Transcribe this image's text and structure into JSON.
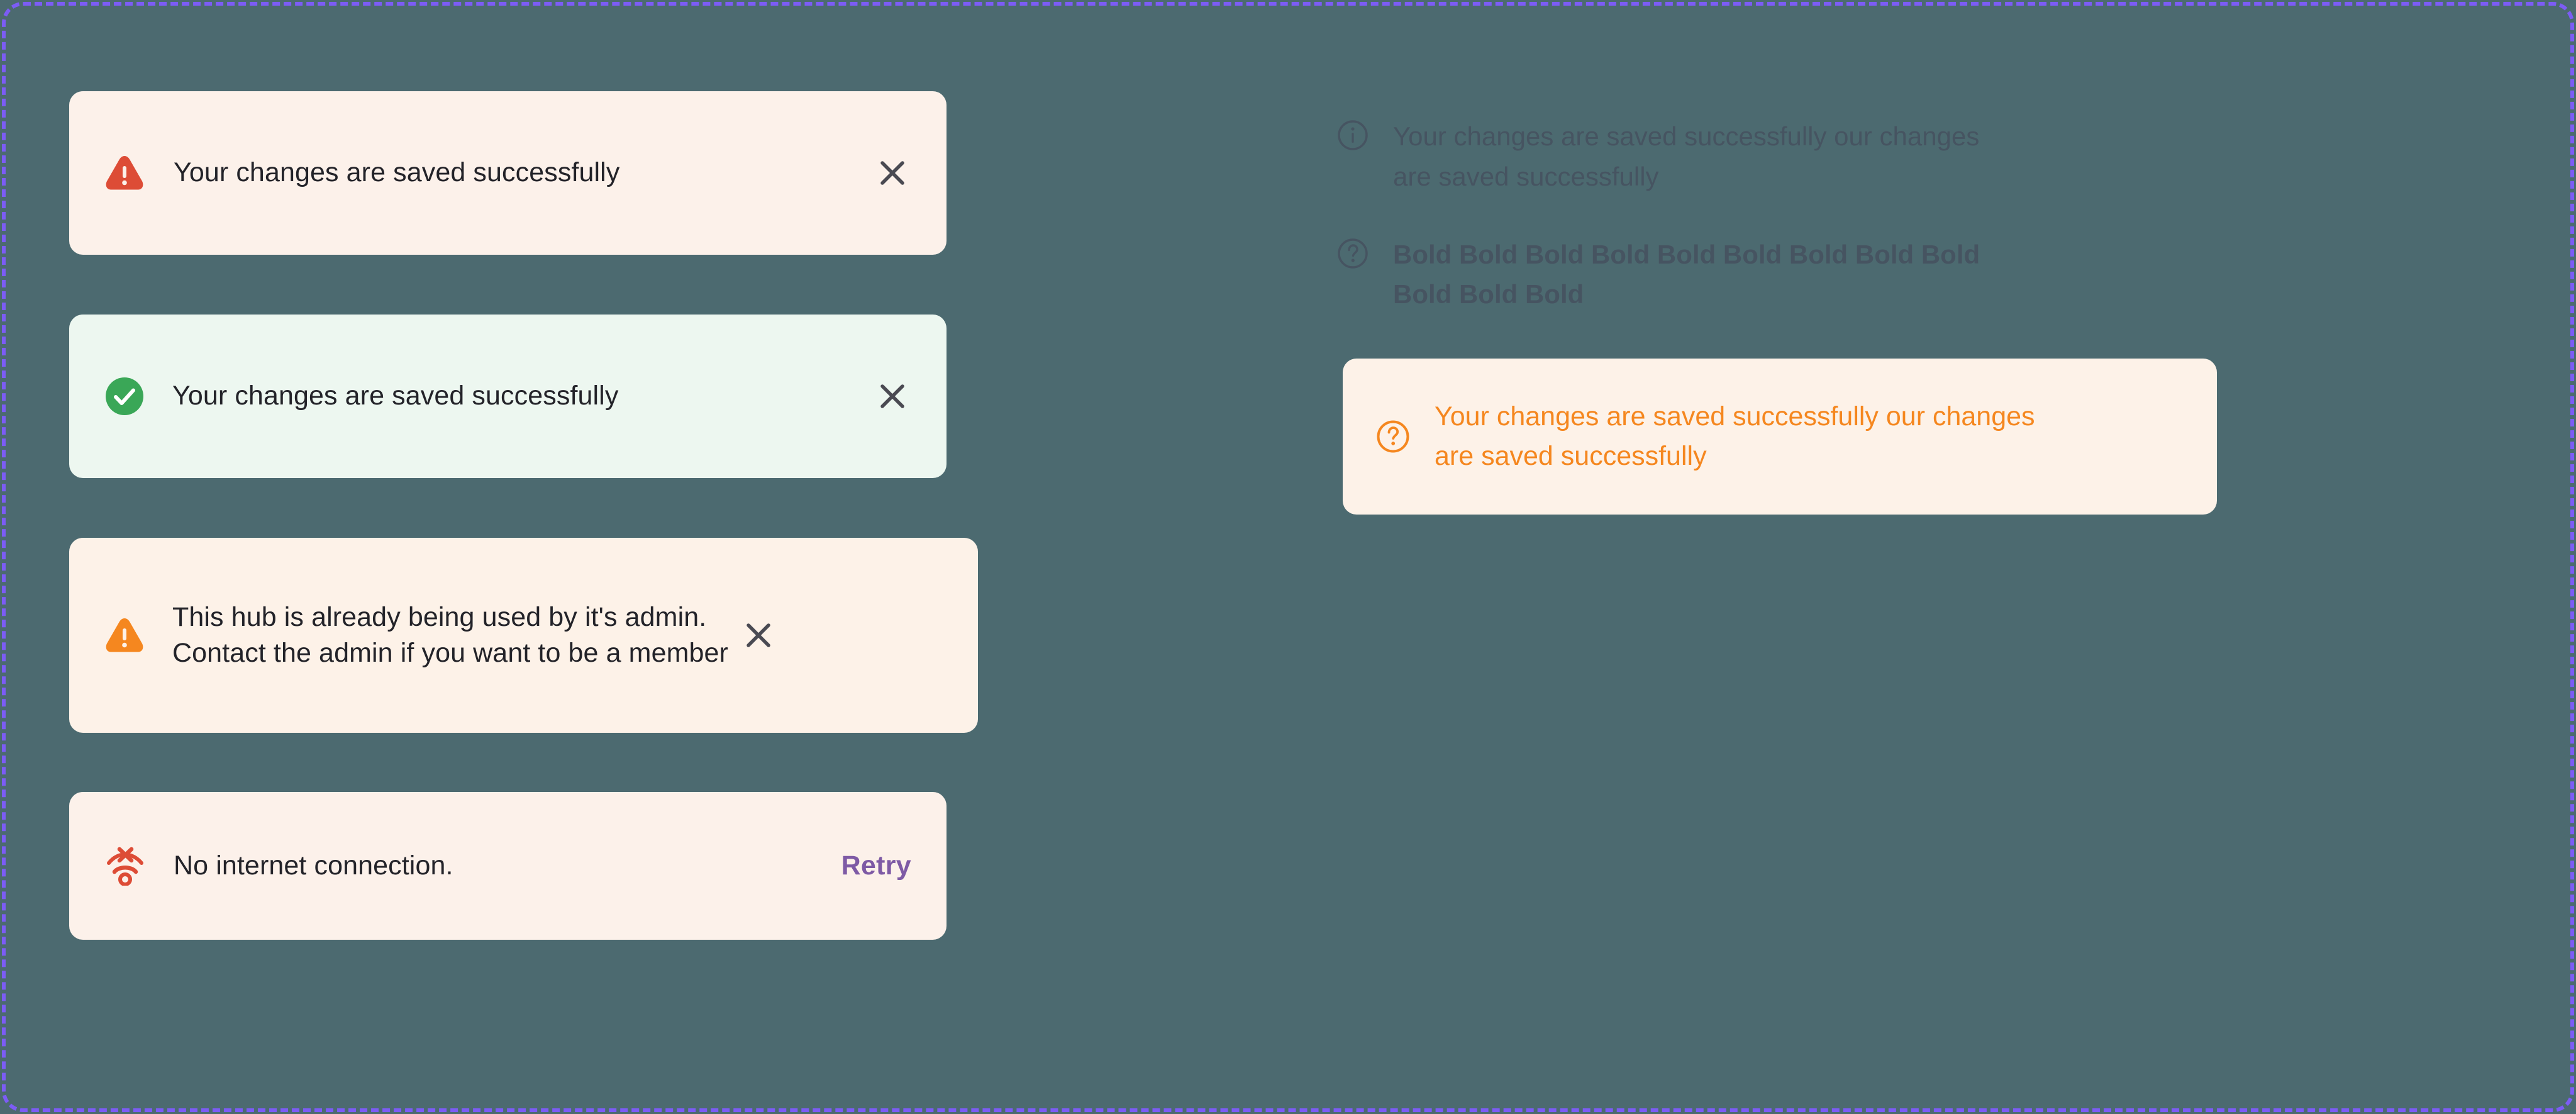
{
  "canvas": {
    "background_color": "#4c6a70",
    "frame_border_color": "#7c5cf5"
  },
  "colors": {
    "error_red": "#dd4c36",
    "warning_orange": "#f5871f",
    "success_green": "#3aa757",
    "retry_purple": "#7e5aa5",
    "text_dark": "#232329",
    "close_icon": "#4a4a52",
    "cream_bg": "#fcf1ea",
    "mint_bg": "#edf7f0",
    "peach_bg": "#fdf2e8"
  },
  "toasts": [
    {
      "id": "error",
      "icon": "warning-triangle-icon",
      "message": "Your changes are saved successfully",
      "action": "close",
      "close_label": "×",
      "background": "#fcf1ea",
      "icon_color": "#dd4c36"
    },
    {
      "id": "success",
      "icon": "check-circle-icon",
      "message": "Your changes are saved successfully",
      "action": "close",
      "close_label": "×",
      "background": "#edf7f0",
      "icon_color": "#3aa757"
    },
    {
      "id": "warning",
      "icon": "warning-triangle-icon",
      "message": "This hub is already being used by it's admin. Contact the admin if you want to be a member",
      "action": "close",
      "close_label": "×",
      "background": "#fdf2e8",
      "icon_color": "#f5871f"
    },
    {
      "id": "offline",
      "icon": "wifi-off-icon",
      "message": "No internet connection.",
      "action": "retry",
      "action_label": "Retry",
      "background": "#fcf1ea",
      "icon_color": "#dd4c36"
    }
  ],
  "right_panel": {
    "ghost_info": {
      "icon": "info-circle-icon",
      "message": "Your changes are saved successfully our changes are saved successfully"
    },
    "ghost_help": {
      "icon": "question-circle-icon",
      "message": "Bold Bold Bold Bold Bold Bold Bold Bold Bold Bold Bold Bold"
    },
    "help_card": {
      "icon": "question-circle-icon",
      "message": "Your changes are saved successfully our changes are saved successfully",
      "text_color": "#f5871f",
      "background": "#fdf2e8"
    }
  }
}
